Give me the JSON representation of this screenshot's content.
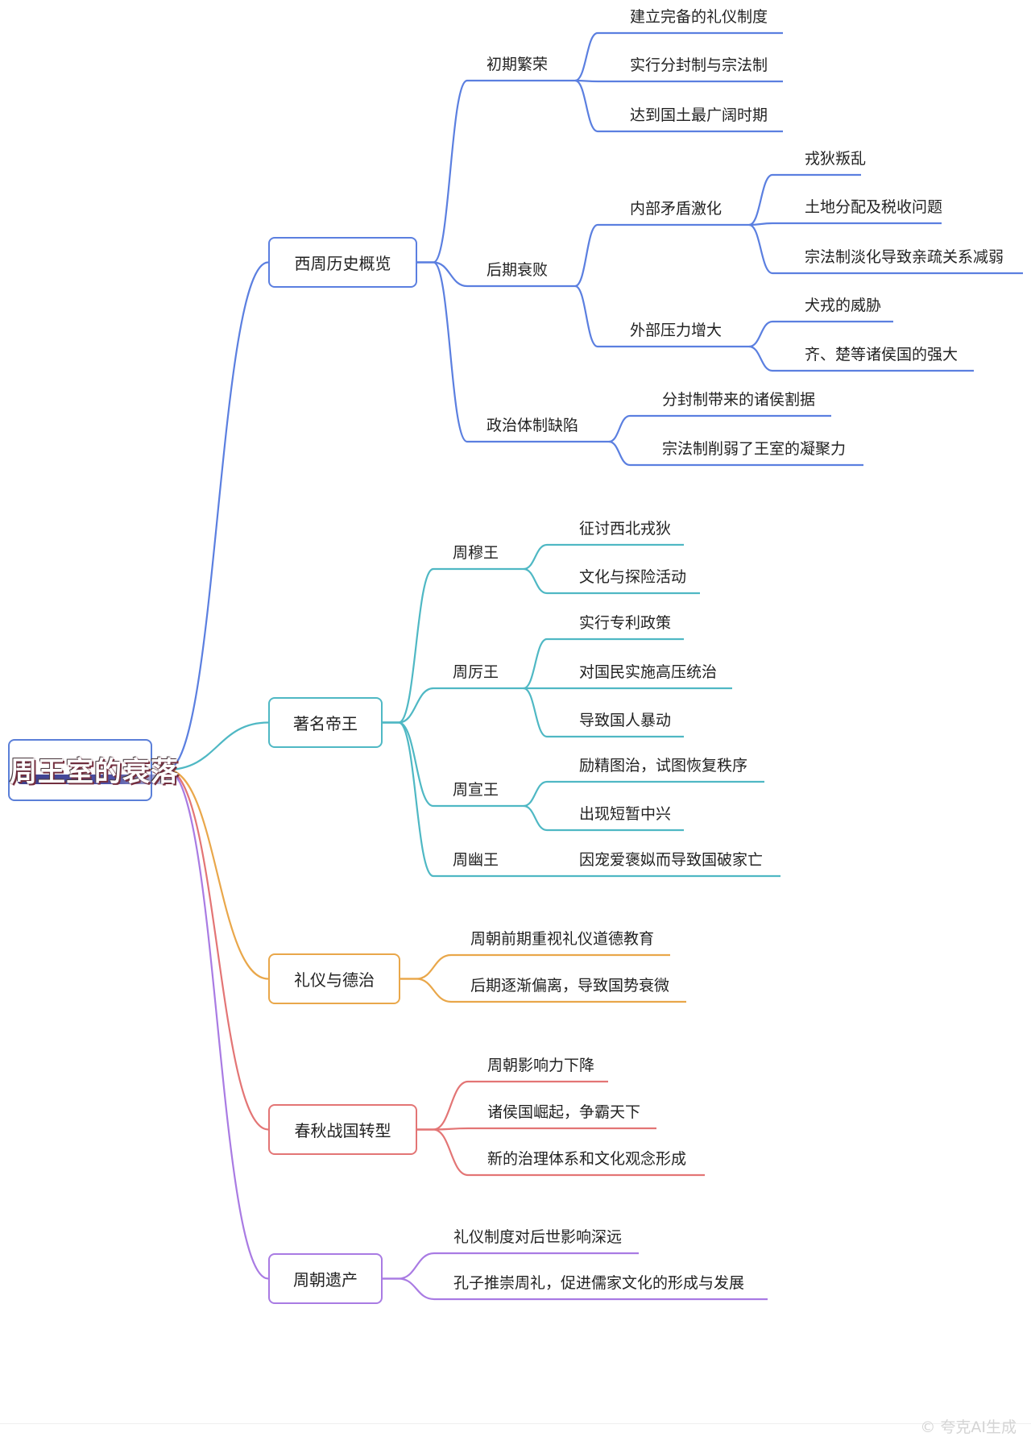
{
  "root": {
    "title": "周王室的衰落"
  },
  "branches": [
    {
      "label": "西周历史概览",
      "color": "#5b7fe0",
      "children": [
        {
          "label": "初期繁荣",
          "children": [
            {
              "label": "建立完备的礼仪制度"
            },
            {
              "label": "实行分封制与宗法制"
            },
            {
              "label": "达到国土最广阔时期"
            }
          ]
        },
        {
          "label": "后期衰败",
          "children": [
            {
              "label": "内部矛盾激化",
              "children": [
                {
                  "label": "戎狄叛乱"
                },
                {
                  "label": "土地分配及税收问题"
                },
                {
                  "label": "宗法制淡化导致亲疏关系减弱"
                }
              ]
            },
            {
              "label": "外部压力增大",
              "children": [
                {
                  "label": "犬戎的威胁"
                },
                {
                  "label": "齐、楚等诸侯国的强大"
                }
              ]
            }
          ]
        },
        {
          "label": "政治体制缺陷",
          "children": [
            {
              "label": "分封制带来的诸侯割据"
            },
            {
              "label": "宗法制削弱了王室的凝聚力"
            }
          ]
        }
      ]
    },
    {
      "label": "著名帝王",
      "color": "#4fb8c4",
      "children": [
        {
          "label": "周穆王",
          "children": [
            {
              "label": "征讨西北戎狄"
            },
            {
              "label": "文化与探险活动"
            }
          ]
        },
        {
          "label": "周厉王",
          "children": [
            {
              "label": "实行专利政策"
            },
            {
              "label": "对国民实施高压统治"
            },
            {
              "label": "导致国人暴动"
            }
          ]
        },
        {
          "label": "周宣王",
          "children": [
            {
              "label": "励精图治，试图恢复秩序"
            },
            {
              "label": "出现短暂中兴"
            }
          ]
        },
        {
          "label": "周幽王",
          "children": [
            {
              "label": "因宠爱褒姒而导致国破家亡"
            }
          ]
        }
      ]
    },
    {
      "label": "礼仪与德治",
      "color": "#e9a74a",
      "children": [
        {
          "label": "周朝前期重视礼仪道德教育"
        },
        {
          "label": "后期逐渐偏离，导致国势衰微"
        }
      ]
    },
    {
      "label": "春秋战国转型",
      "color": "#e37575",
      "children": [
        {
          "label": "周朝影响力下降"
        },
        {
          "label": "诸侯国崛起，争霸天下"
        },
        {
          "label": "新的治理体系和文化观念形成"
        }
      ]
    },
    {
      "label": "周朝遗产",
      "color": "#a97be3",
      "children": [
        {
          "label": "礼仪制度对后世影响深远"
        },
        {
          "label": "孔子推崇周礼，促进儒家文化的形成与发展"
        }
      ]
    }
  ],
  "watermark": "© 夸克AI生成"
}
